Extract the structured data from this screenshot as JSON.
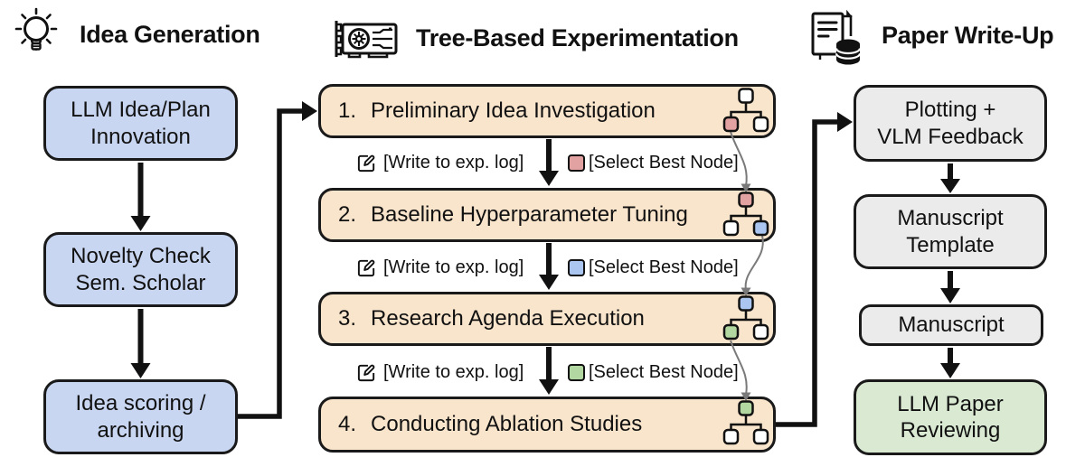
{
  "idea_generation": {
    "header": "Idea Generation",
    "boxes": [
      {
        "label": "LLM Idea/Plan\nInnovation"
      },
      {
        "label": "Novelty Check\nSem. Scholar"
      },
      {
        "label": "Idea scoring /\narchiving"
      }
    ]
  },
  "experimentation": {
    "header": "Tree-Based Experimentation",
    "stages": [
      {
        "num": "1.",
        "title": "Preliminary Idea Investigation",
        "tree": {
          "top": "#ffffff",
          "left": "#e2a2a2",
          "right": "#ffffff"
        }
      },
      {
        "num": "2.",
        "title": "Baseline Hyperparameter Tuning",
        "tree": {
          "top": "#e2a2a2",
          "left": "#ffffff",
          "right": "#a9c5f0"
        }
      },
      {
        "num": "3.",
        "title": "Research Agenda Execution",
        "tree": {
          "top": "#a9c5f0",
          "left": "#b3d7a1",
          "right": "#ffffff"
        }
      },
      {
        "num": "4.",
        "title": "Conducting Ablation Studies",
        "tree": {
          "top": "#b3d7a1",
          "left": "#ffffff",
          "right": "#ffffff"
        }
      }
    ],
    "transitions": [
      {
        "write_label": "[Write to exp. log]",
        "select_label": "[Select Best Node]",
        "node_color": "#e2a2a2"
      },
      {
        "write_label": "[Write to exp. log]",
        "select_label": "[Select Best Node]",
        "node_color": "#a9c5f0"
      },
      {
        "write_label": "[Write to exp. log]",
        "select_label": "[Select Best Node]",
        "node_color": "#b3d7a1"
      }
    ]
  },
  "paper_writeup": {
    "header": "Paper Write-Up",
    "boxes": [
      {
        "label": "Plotting +\nVLM Feedback",
        "bg": "#ebebeb"
      },
      {
        "label": "Manuscript\nTemplate",
        "bg": "#ebebeb"
      },
      {
        "label": "Manuscript",
        "bg": "#ebebeb"
      },
      {
        "label": "LLM Paper\nReviewing",
        "bg": "#d9e9d2"
      }
    ]
  },
  "colors": {
    "idea_box_bg": "#c8d6f2",
    "stage_box_bg": "#f9e4cc",
    "border": "#1a1a1a",
    "connector_gray": "#7a7a7a"
  }
}
